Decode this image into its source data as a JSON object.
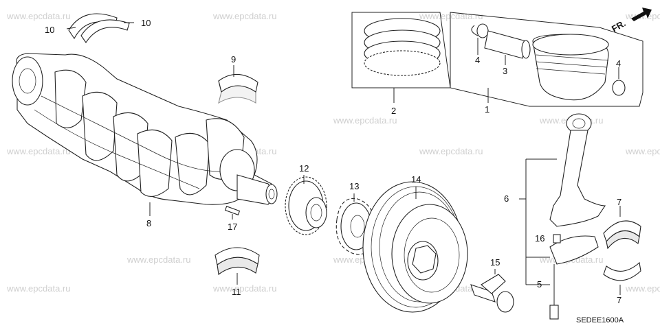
{
  "watermark": "www.epcdata.ru",
  "drawing_code": "SEDEE1600A",
  "direction_label": "FR.",
  "callouts": {
    "c10a": "10",
    "c10b": "10",
    "c9": "9",
    "c8": "8",
    "c17": "17",
    "c11": "11",
    "c12": "12",
    "c13": "13",
    "c14": "14",
    "c15": "15",
    "c2": "2",
    "c1": "1",
    "c4a": "4",
    "c3": "3",
    "c4b": "4",
    "c6": "6",
    "c7a": "7",
    "c7b": "7",
    "c16": "16",
    "c5": "5"
  },
  "icons": {
    "arrow": "fr-arrow-icon"
  }
}
